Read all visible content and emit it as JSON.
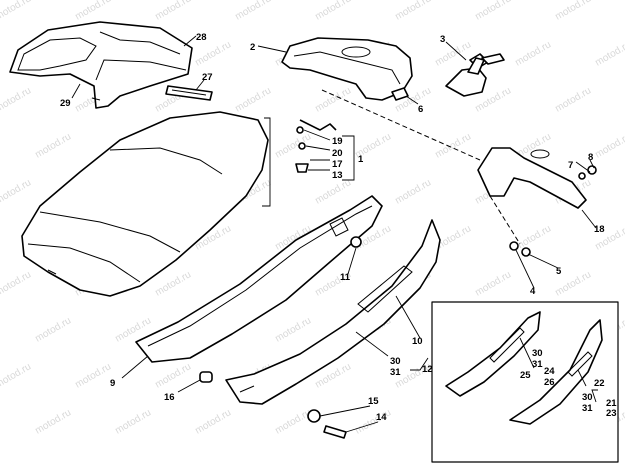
{
  "watermark": "motod.ru",
  "labels": {
    "l28": "28",
    "l29": "29",
    "l27": "27",
    "l2": "2",
    "l3": "3",
    "l6": "6",
    "l19": "19",
    "l20": "20",
    "l17": "17",
    "l13": "13",
    "l1": "1",
    "l7": "7",
    "l8": "8",
    "l18": "18",
    "l5": "5",
    "l4": "4",
    "l11": "11",
    "l10": "10",
    "l30a": "30",
    "l31a": "31",
    "l12": "12",
    "l9": "9",
    "l16": "16",
    "l15": "15",
    "l14": "14",
    "l30b": "30",
    "l31b": "31",
    "l24": "24",
    "l26": "26",
    "l25": "25",
    "l22": "22",
    "l30c": "30",
    "l31c": "31",
    "l21": "21",
    "l23": "23"
  }
}
